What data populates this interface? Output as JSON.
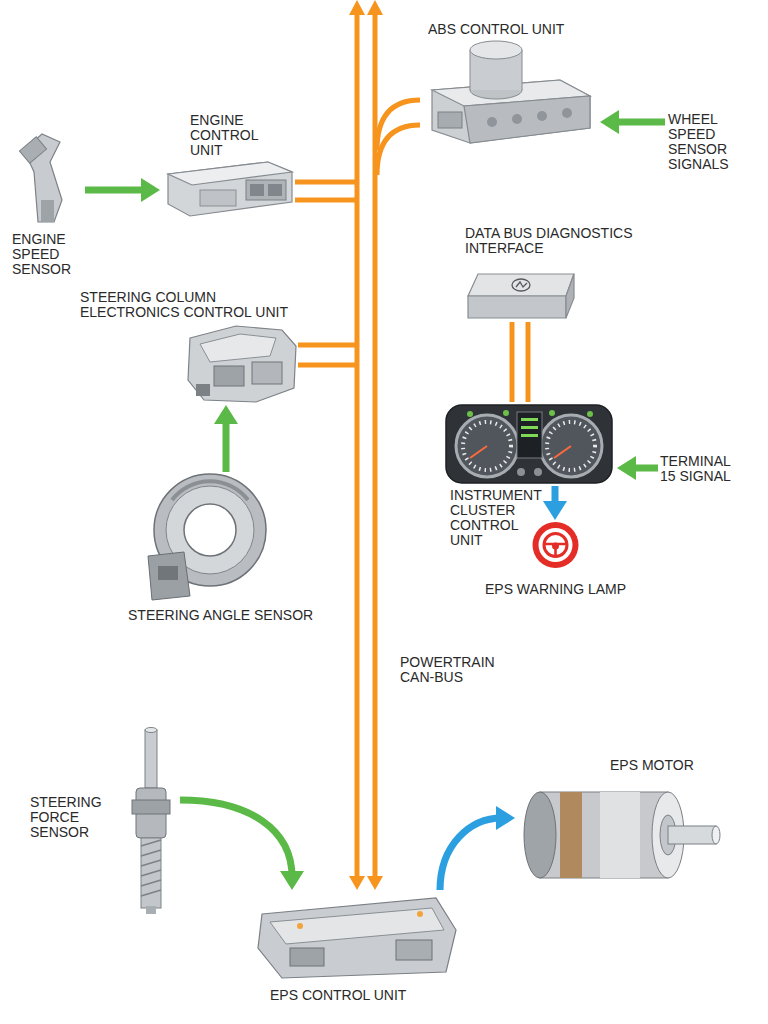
{
  "diagram": {
    "nodes": [
      {
        "text": [
          "ABS CONTROL UNIT"
        ]
      },
      {
        "text": [
          "ENGINE CONTROL UNIT"
        ]
      },
      {
        "text": [
          "WHEEL SPEED SENSOR SIGNALS"
        ]
      },
      {
        "text": [
          "ENGINE SPEED SENSOR"
        ]
      },
      {
        "text": [
          "DATA BUS DIAGNOSTICS INTERFACE"
        ]
      },
      {
        "text": [
          "STEERING COLUMN ELECTRONICS CONTROL UNIT"
        ]
      },
      {
        "text": [
          "INSTRUMENT CLUSTER CONTROL UNIT"
        ]
      },
      {
        "text": [
          "TERMINAL 15 SIGNAL"
        ]
      },
      {
        "text": [
          "EPS WARNING LAMP"
        ]
      },
      {
        "text": [
          "STEERING ANGLE SENSOR"
        ]
      },
      {
        "text": [
          "POWERTRAIN CAN-BUS"
        ]
      },
      {
        "text": [
          "EPS MOTOR"
        ]
      },
      {
        "text": [
          "STEERING FORCE SENSOR"
        ]
      },
      {
        "text": [
          "EPS CONTROL UNIT"
        ]
      }
    ],
    "edges": [
      {
        "from": 3,
        "to": 1,
        "arrow": "to"
      },
      {
        "from": 2,
        "to": 0,
        "arrow": "to"
      },
      {
        "from": 1,
        "to": 10,
        "arrow": "none"
      },
      {
        "from": 0,
        "to": 10,
        "arrow": "none"
      },
      {
        "from": 5,
        "to": 10,
        "arrow": "none"
      },
      {
        "from": 9,
        "to": 5,
        "arrow": "to"
      },
      {
        "from": 4,
        "to": 6,
        "arrow": "none"
      },
      {
        "from": 7,
        "to": 6,
        "arrow": "to"
      },
      {
        "from": 6,
        "to": 8,
        "arrow": "to"
      },
      {
        "from": 12,
        "to": 13,
        "arrow": "to"
      },
      {
        "from": 10,
        "to": 13,
        "arrow": "to"
      },
      {
        "from": 13,
        "to": 11,
        "arrow": "to"
      }
    ]
  }
}
